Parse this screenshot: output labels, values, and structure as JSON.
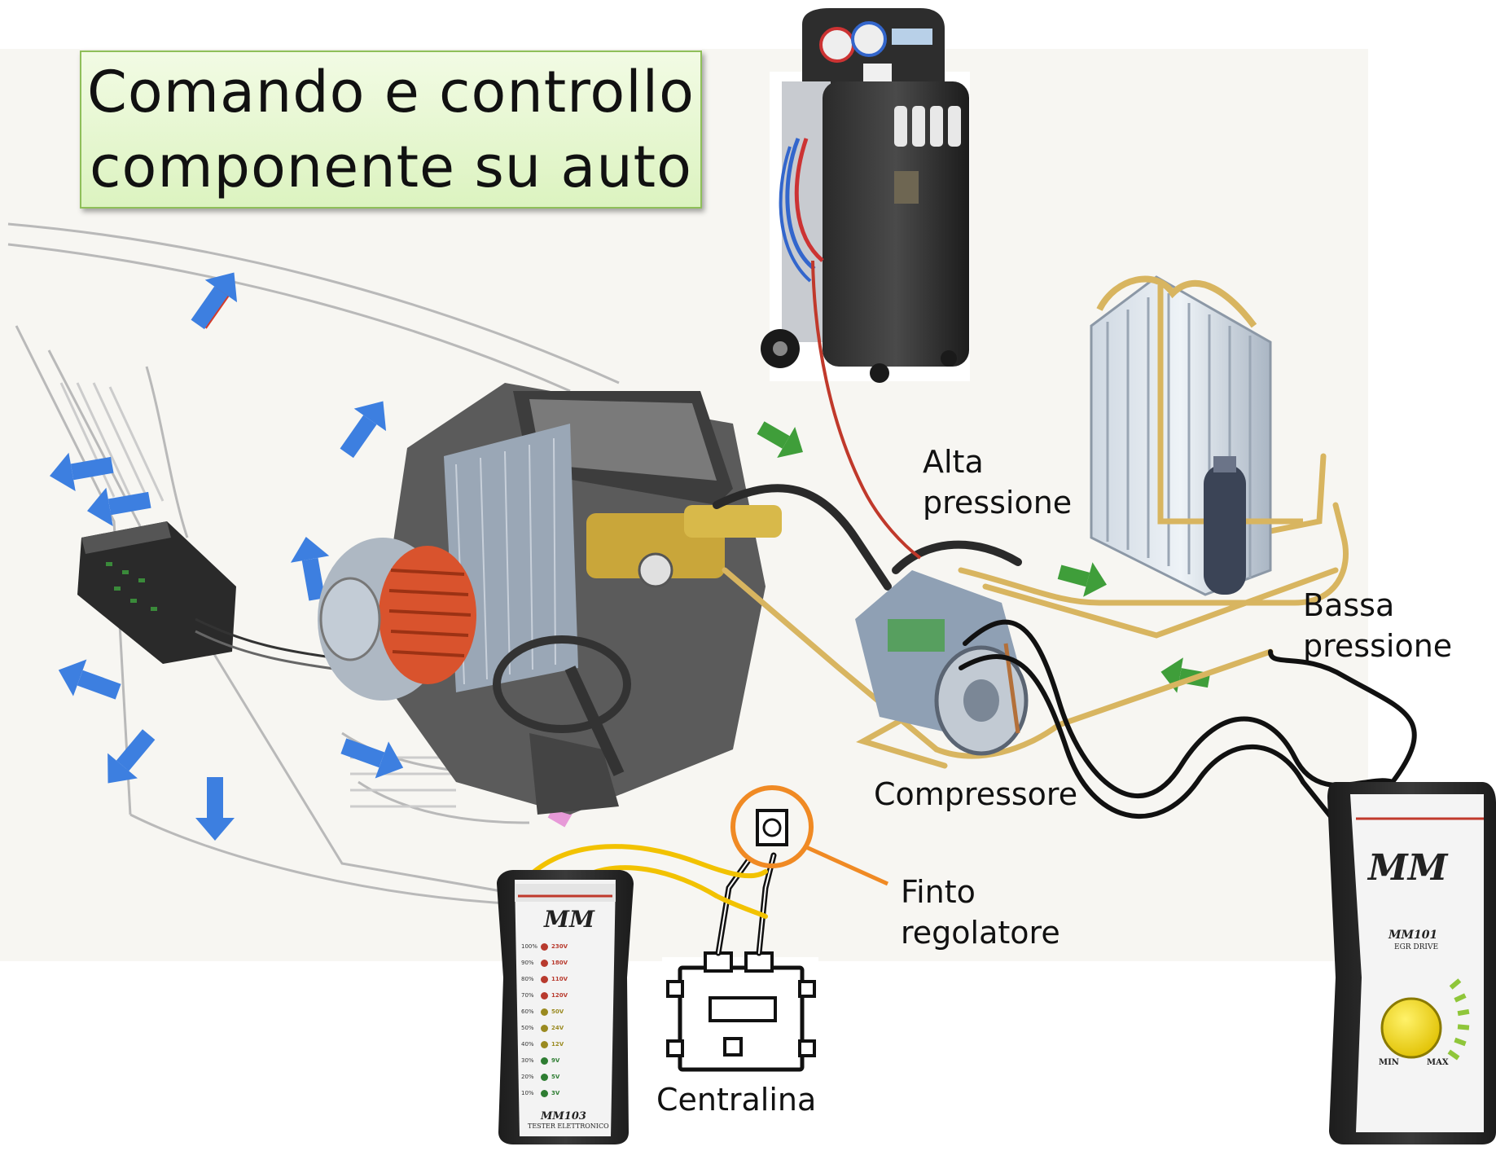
{
  "title": {
    "line1": "Comando e controllo",
    "line2": "componente su auto"
  },
  "labels": {
    "alta": [
      "Alta",
      "pressione"
    ],
    "bassa": [
      "Bassa",
      "pressione"
    ],
    "compressore": "Compressore",
    "finto": [
      "Finto",
      "regolatore"
    ],
    "centralina": "Centralina"
  },
  "devices": {
    "tester": {
      "brand": "MM",
      "model": "MM103",
      "subtitle": "TESTER ELETTRONICO",
      "leds": [
        "100%",
        "90%",
        "80%",
        "70%",
        "60%",
        "50%",
        "40%",
        "30%",
        "20%",
        "10%"
      ],
      "volts": [
        "230V",
        "180V",
        "110V",
        "120V",
        "50V",
        "24V",
        "12V",
        "9V",
        "5V",
        "3V"
      ]
    },
    "drive": {
      "brand": "MM",
      "model": "MM101",
      "subtitle": "EGR DRIVE",
      "min": "MIN",
      "max": "MAX"
    }
  },
  "colors": {
    "hot_line": "#c0392b",
    "cable": "#111111",
    "yellow_wire": "#f2c200",
    "orange_circle": "#f08a24",
    "arrow_blue": "#3d7fe0",
    "arrow_red": "#d43b2a",
    "arrow_green": "#3f9e3a",
    "pipe": "#d8b560"
  }
}
